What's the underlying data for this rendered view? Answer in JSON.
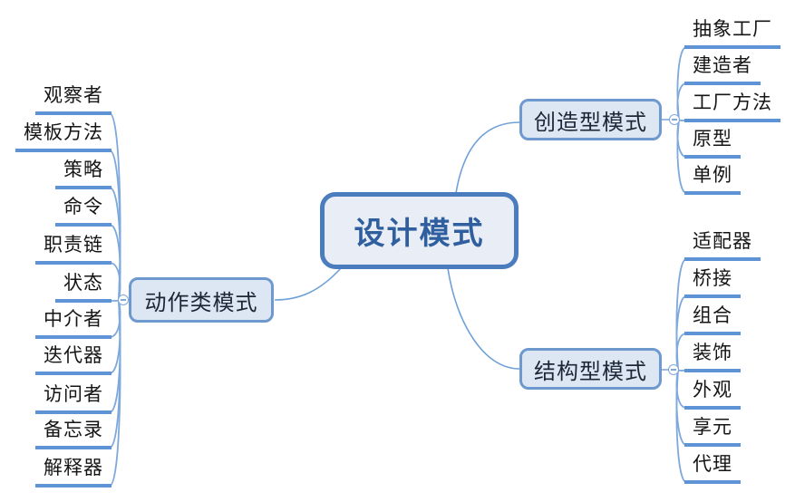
{
  "root": {
    "label": "设计模式"
  },
  "branches": [
    {
      "label": "创造型模式",
      "children": [
        "抽象工厂",
        "建造者",
        "工厂方法",
        "原型",
        "单例"
      ]
    },
    {
      "label": "结构型模式",
      "children": [
        "适配器",
        "桥接",
        "组合",
        "装饰",
        "外观",
        "享元",
        "代理"
      ]
    },
    {
      "label": "动作类模式",
      "children": [
        "观察者",
        "模板方法",
        "策略",
        "命令",
        "职责链",
        "状态",
        "中介者",
        "迭代器",
        "访问者",
        "备忘录",
        "解释器"
      ]
    }
  ],
  "colors": {
    "canvas": "#ffffff",
    "central_border": "#4a7cbe",
    "central_fill": "#e9eef6",
    "central_text": "#2f5f9e",
    "branch_border": "#6e99cf",
    "branch_fill": "#dde7f4",
    "branch_text": "#1c2736",
    "underline": "#5e93d6",
    "connector": "#7fa9dc",
    "root_connector": "#6fa0d8",
    "leaf_text": "#151515"
  }
}
